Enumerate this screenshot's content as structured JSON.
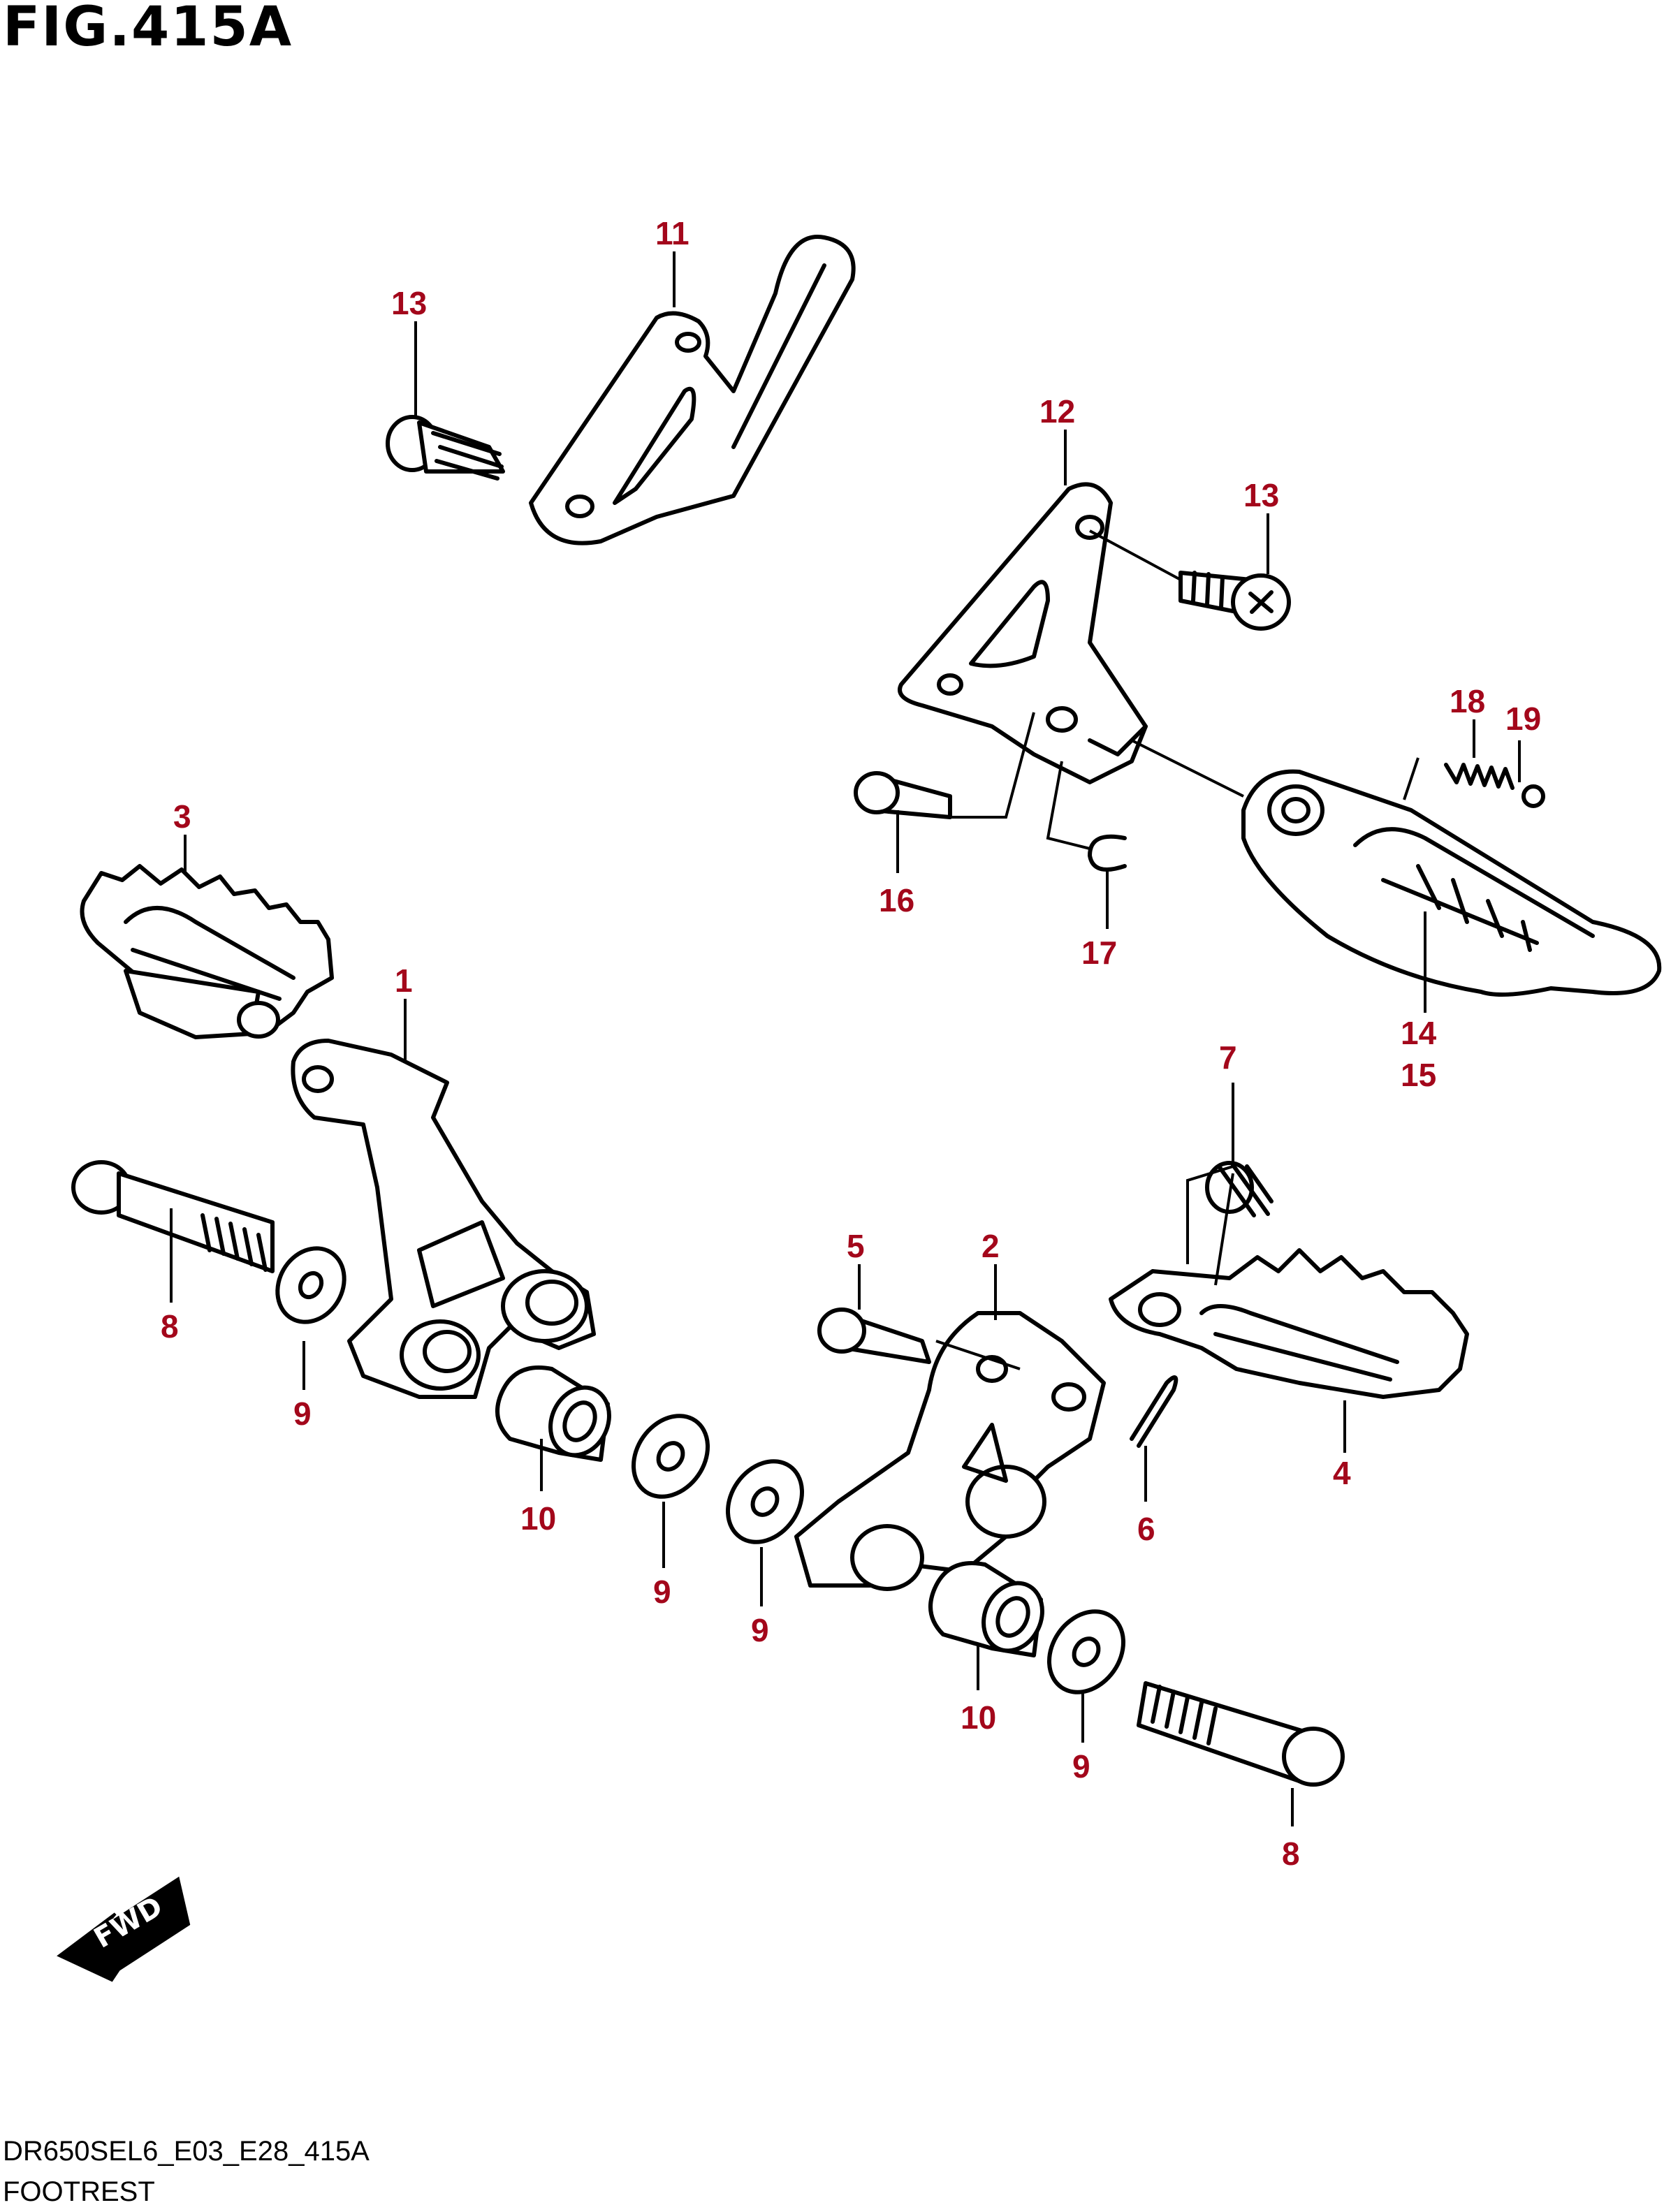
{
  "title": "FIG.415A",
  "callouts": {
    "c1": "1",
    "c2": "2",
    "c3": "3",
    "c4": "4",
    "c5": "5",
    "c6": "6",
    "c7": "7",
    "c8a": "8",
    "c8b": "8",
    "c9a": "9",
    "c9b": "9",
    "c9c": "9",
    "c9d": "9",
    "c10a": "10",
    "c10b": "10",
    "c11": "11",
    "c12": "12",
    "c13a": "13",
    "c13b": "13",
    "c14": "14",
    "c15": "15",
    "c16": "16",
    "c17": "17",
    "c18": "18",
    "c19": "19"
  },
  "fwd_label": "FWD",
  "caption": {
    "code": "DR650SEL6_E03_E28_415A",
    "name": "FOOTREST"
  },
  "colors": {
    "callout": "#a3071b",
    "line": "#000000",
    "background": "#ffffff"
  }
}
